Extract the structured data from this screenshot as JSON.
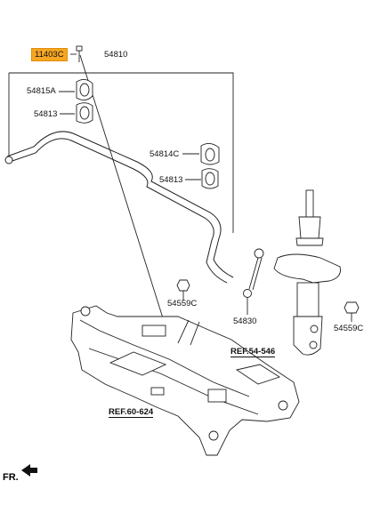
{
  "parts": {
    "bolt_highlighted": "11403C",
    "stabilizer_assy": "54810",
    "bushing_a": "54815A",
    "bushing_left": "54813",
    "clamp": "54814C",
    "bushing_right": "54813",
    "nut_link": "54559C",
    "link": "54830",
    "nut_strut": "54559C"
  },
  "refs": {
    "strut": "REF.54-546",
    "subframe": "REF.60-624"
  },
  "direction": "FR.",
  "colors": {
    "highlight": "#f5a623",
    "line": "#222222"
  }
}
